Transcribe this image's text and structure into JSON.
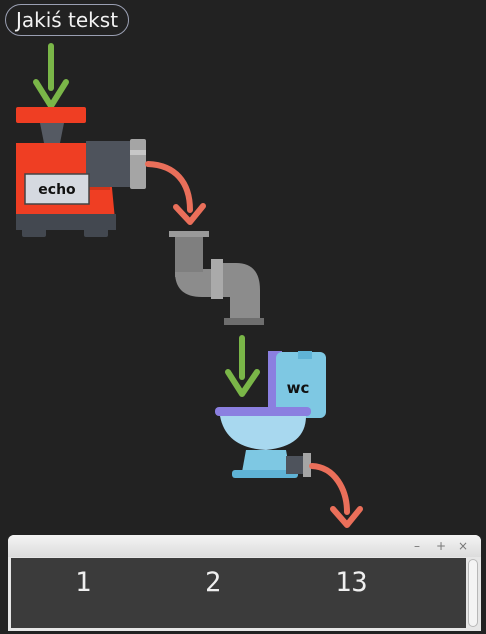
{
  "input_text": "Jakiś tekst",
  "stages": [
    {
      "label": "echo"
    },
    {
      "label": "wc"
    }
  ],
  "terminal": {
    "controls": [
      "–",
      "+",
      "×"
    ],
    "output": "1       2       13"
  },
  "colors": {
    "background": "#222222",
    "flow_arrow": "#7ab648",
    "transfer_arrow": "#ea6f5a",
    "machine": "#ef3e23",
    "pipe": "#8c8c8c",
    "toilet_tank": "#7ec8e3",
    "toilet_bowl": "#a8d8ef",
    "label_box": "#d5d9e0"
  }
}
